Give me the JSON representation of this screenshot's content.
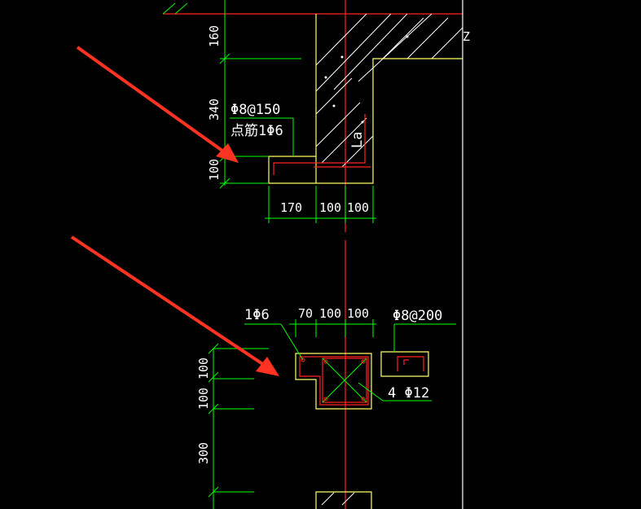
{
  "drawing": {
    "top_detail": {
      "vertical_dims": [
        "160",
        "340",
        "100"
      ],
      "horizontal_dims": [
        "170",
        "100",
        "100"
      ],
      "rebar_label_1": "Φ8@150",
      "rebar_label_2": "点筋1Φ6",
      "anchor_label": "La"
    },
    "bottom_detail": {
      "vertical_dims": [
        "100",
        "100",
        "300"
      ],
      "horizontal_dims": [
        "70",
        "100",
        "100"
      ],
      "rebar_label_left": "1Φ6",
      "rebar_label_stirrup": "Φ8@200",
      "rebar_label_main": "4 Φ12"
    },
    "colors": {
      "background": "#000000",
      "dimension_lines": "#00ff00",
      "outline": "#ffff66",
      "rebar": "#ff2222",
      "annotation_arrow": "#ff3322"
    }
  }
}
